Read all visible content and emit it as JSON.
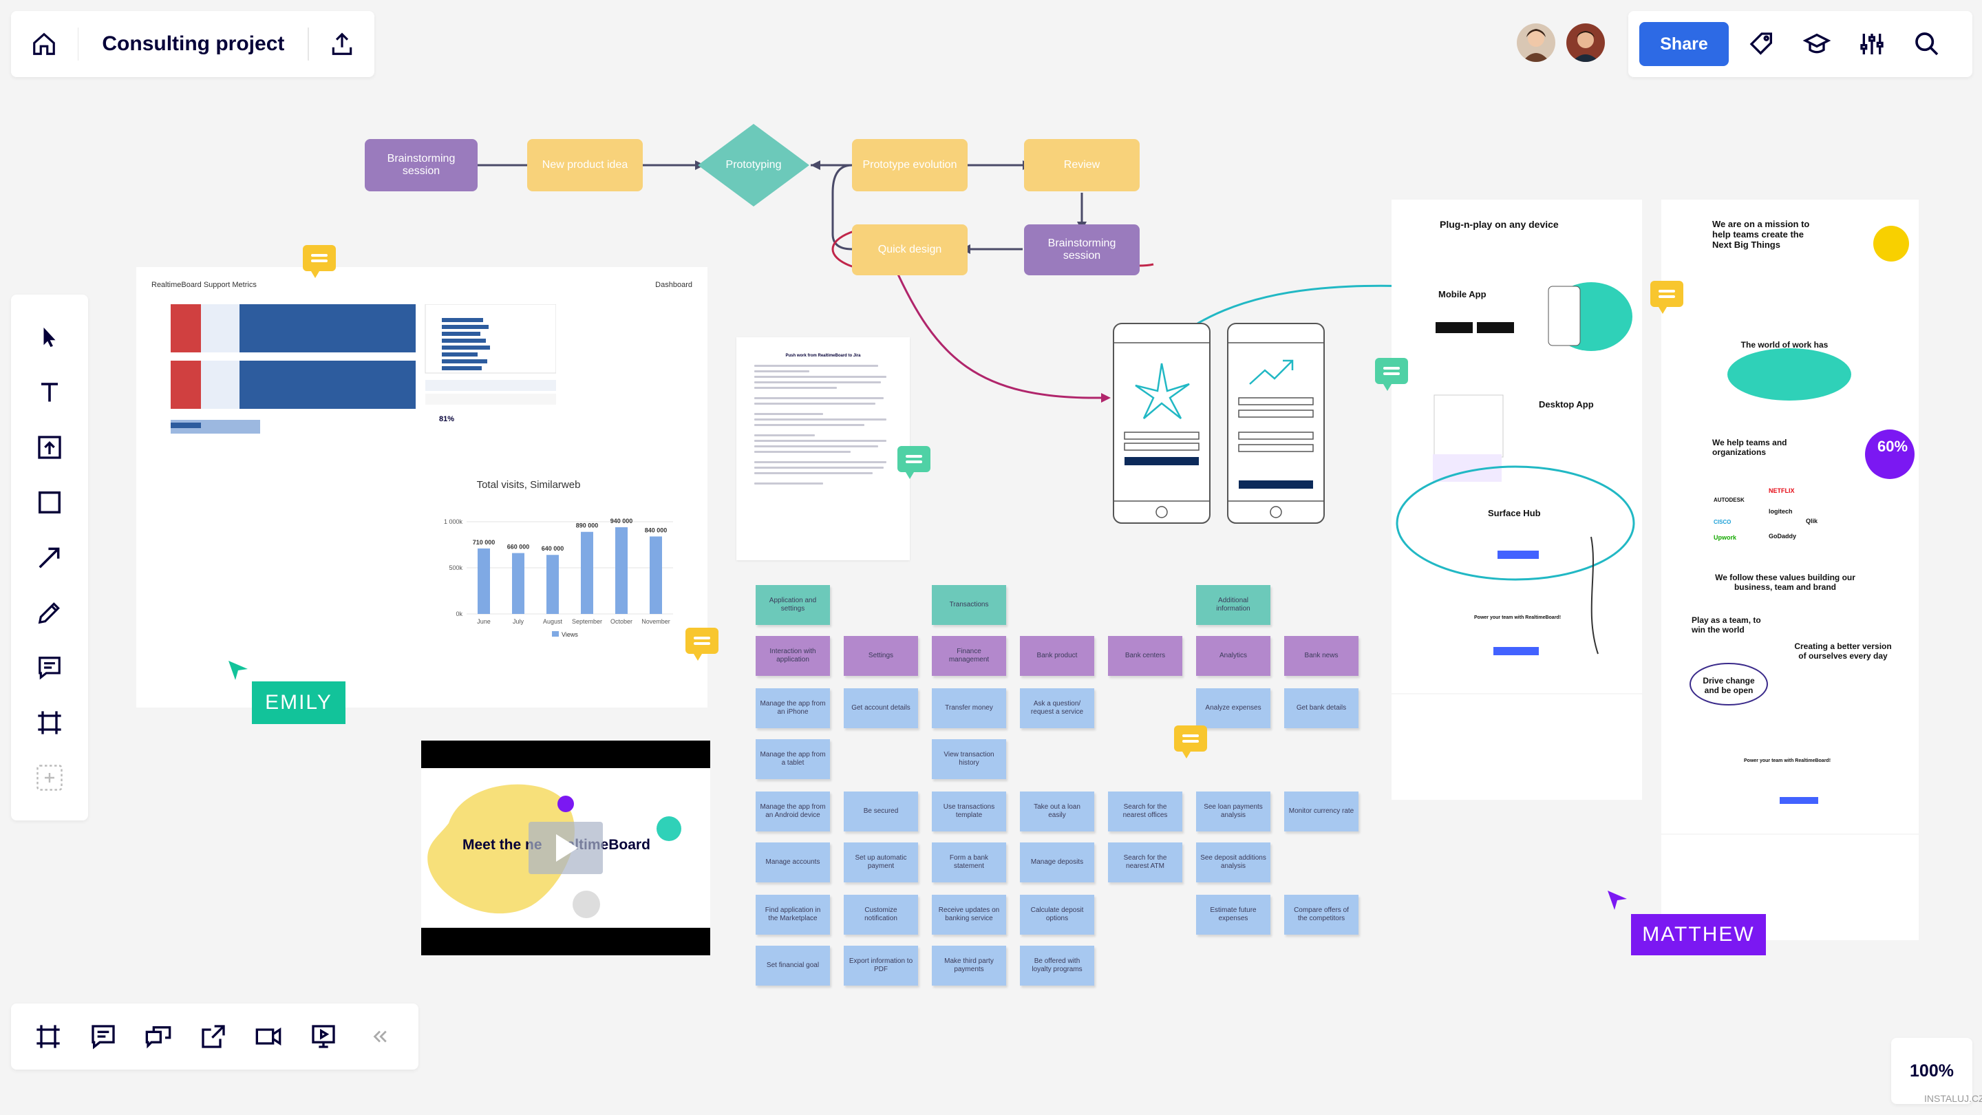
{
  "board": {
    "title": "Consulting project",
    "zoom": "100%",
    "share_label": "Share"
  },
  "flow": {
    "n1": "Brainstorming session",
    "n2": "New product idea",
    "n3": "Prototyping",
    "n4": "Prototype evolution",
    "n5": "Review",
    "n6": "Brainstorming session",
    "n7": "Quick design"
  },
  "dashboard": {
    "title": "RealtimeBoard Support Metrics",
    "right": "Dashboard",
    "kpi": "81%"
  },
  "chart_data": {
    "type": "bar",
    "title": "Total visits, Similarweb",
    "categories": [
      "June",
      "July",
      "August",
      "September",
      "October",
      "November"
    ],
    "series": [
      {
        "name": "Views",
        "values": [
          710000,
          660000,
          640000,
          890000,
          940000,
          840000
        ]
      }
    ],
    "value_labels": [
      "710 000",
      "660 000",
      "640 000",
      "890 000",
      "940 000",
      "840 000"
    ],
    "ytick_labels": [
      "1 000k",
      "500k",
      "0k"
    ],
    "ylim": [
      0,
      1000000
    ],
    "legend": "bottom",
    "color": "#7fa9e4"
  },
  "doc": {
    "title": "Push work from RealtimeBoard to Jira"
  },
  "video": {
    "caption_a": "Meet the ne",
    "caption_b": "altimeBoard"
  },
  "stickies": {
    "c1": [
      "Application and settings",
      "Interaction with application",
      "Manage the app from an iPhone",
      "Manage the app from a tablet",
      "Manage the app from an Android device",
      "Manage accounts",
      "Find application in the Marketplace",
      "Set financial goal"
    ],
    "c2": [
      "Settings",
      "Get account details",
      "Be secured",
      "Set up automatic payment",
      "Customize notification",
      "Export information to PDF"
    ],
    "c3": [
      "Transactions",
      "Finance management",
      "Transfer money",
      "View transaction history",
      "Use transactions template",
      "Form a bank statement",
      "Receive updates on banking service",
      "Make third party payments"
    ],
    "c4": [
      "Bank product",
      "Ask a question/ request a service",
      "Take out a loan easily",
      "Manage deposits",
      "Calculate deposit options",
      "Be offered with loyalty programs"
    ],
    "c5": [
      "Bank centers",
      "Search for the nearest offices",
      "Search for the nearest ATM"
    ],
    "c6": [
      "Additional information",
      "Analytics",
      "Analyze expenses",
      "See loan payments analysis",
      "See deposit additions analysis",
      "Estimate future expenses"
    ],
    "c7": [
      "Bank news",
      "Get bank details",
      "Monitor currency rate",
      "Compare offers of the competitors"
    ]
  },
  "site1": {
    "hero": "Plug-n-play on any device",
    "mobile": "Mobile App",
    "desktop": "Desktop App",
    "hub": "Surface Hub",
    "power": "Power your team with RealtimeBoard!"
  },
  "site2": {
    "mission": "We are on a mission to help teams create the Next Big Things",
    "world": "The world of work has dramatically",
    "help": "We help teams and organizations",
    "values": "We follow these values building our business, team and brand",
    "team": "Play as a team, to win the world",
    "better": "Creating a better version of ourselves every day",
    "drive": "Drive change and be open",
    "power": "Power your team with RealtimeBoard!",
    "badge": "60%",
    "logos": [
      "NETFLIX",
      "AUTODESK",
      "logitech",
      "CISCO",
      "Qlik",
      "Upwork",
      "GoDaddy"
    ]
  },
  "cursors": {
    "emily": "EMILY",
    "matthew": "MATTHEW"
  },
  "watermark": "INSTALUJ.CZ",
  "colors": {
    "accent": "#2d6ae5",
    "emily": "#12c39a",
    "matthew": "#7b18f2",
    "sticky_teal": "#6cc9ba",
    "sticky_purple": "#b388cc",
    "sticky_blue": "#a7c8f0"
  }
}
